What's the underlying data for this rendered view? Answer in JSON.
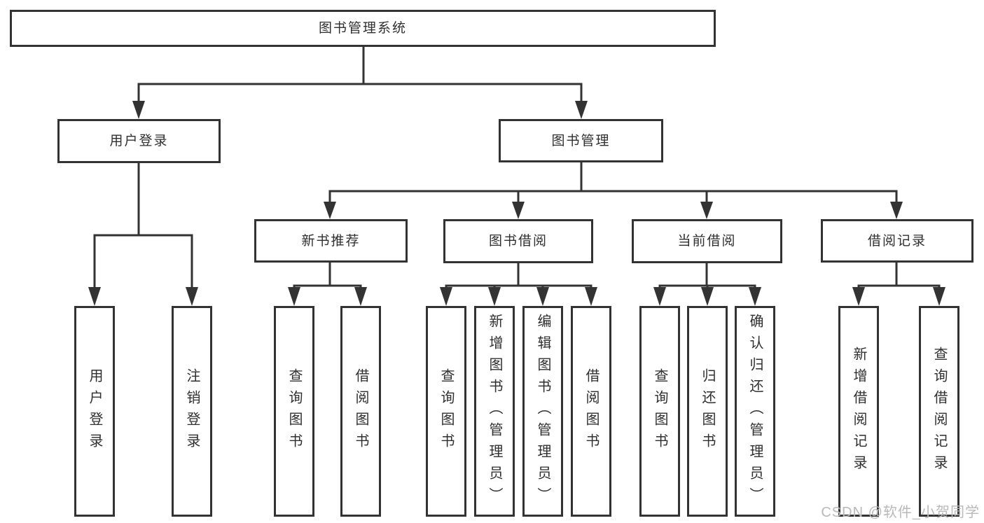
{
  "diagram_title": "图书管理系统",
  "watermark": "CSDN @软件_小贺同学",
  "colors": {
    "line": "#333333",
    "box_border": "#333333",
    "text": "#2f2f2f",
    "background": "#ffffff",
    "watermark": "#b9b9b9"
  },
  "nodes": {
    "root": {
      "label": "图书管理系统"
    },
    "level2": {
      "login": {
        "label": "用户登录"
      },
      "mgmt": {
        "label": "图书管理"
      }
    },
    "level3": {
      "rec": {
        "label": "新书推荐"
      },
      "borrow": {
        "label": "图书借阅"
      },
      "current": {
        "label": "当前借阅"
      },
      "records": {
        "label": "借阅记录"
      }
    },
    "leaves": {
      "login_user": {
        "label": "用户登录"
      },
      "login_logout": {
        "label": "注销登录"
      },
      "rec_query": {
        "label": "查询图书"
      },
      "rec_borrow": {
        "label": "借阅图书"
      },
      "borrow_query": {
        "label": "查询图书"
      },
      "borrow_add": {
        "label": "新增图书（管理员）"
      },
      "borrow_edit": {
        "label": "编辑图书（管理员）"
      },
      "borrow_borrow": {
        "label": "借阅图书"
      },
      "current_query": {
        "label": "查询图书"
      },
      "current_return": {
        "label": "归还图书"
      },
      "current_confirm": {
        "label": "确认归还（管理员）"
      },
      "records_add": {
        "label": "新增借阅记录"
      },
      "records_query": {
        "label": "查询借阅记录"
      }
    }
  },
  "hierarchy": {
    "图书管理系统": {
      "用户登录": [
        "用户登录",
        "注销登录"
      ],
      "图书管理": {
        "新书推荐": [
          "查询图书",
          "借阅图书"
        ],
        "图书借阅": [
          "查询图书",
          "新增图书（管理员）",
          "编辑图书（管理员）",
          "借阅图书"
        ],
        "当前借阅": [
          "查询图书",
          "归还图书",
          "确认归还（管理员）"
        ],
        "借阅记录": [
          "新增借阅记录",
          "查询借阅记录"
        ]
      }
    }
  }
}
